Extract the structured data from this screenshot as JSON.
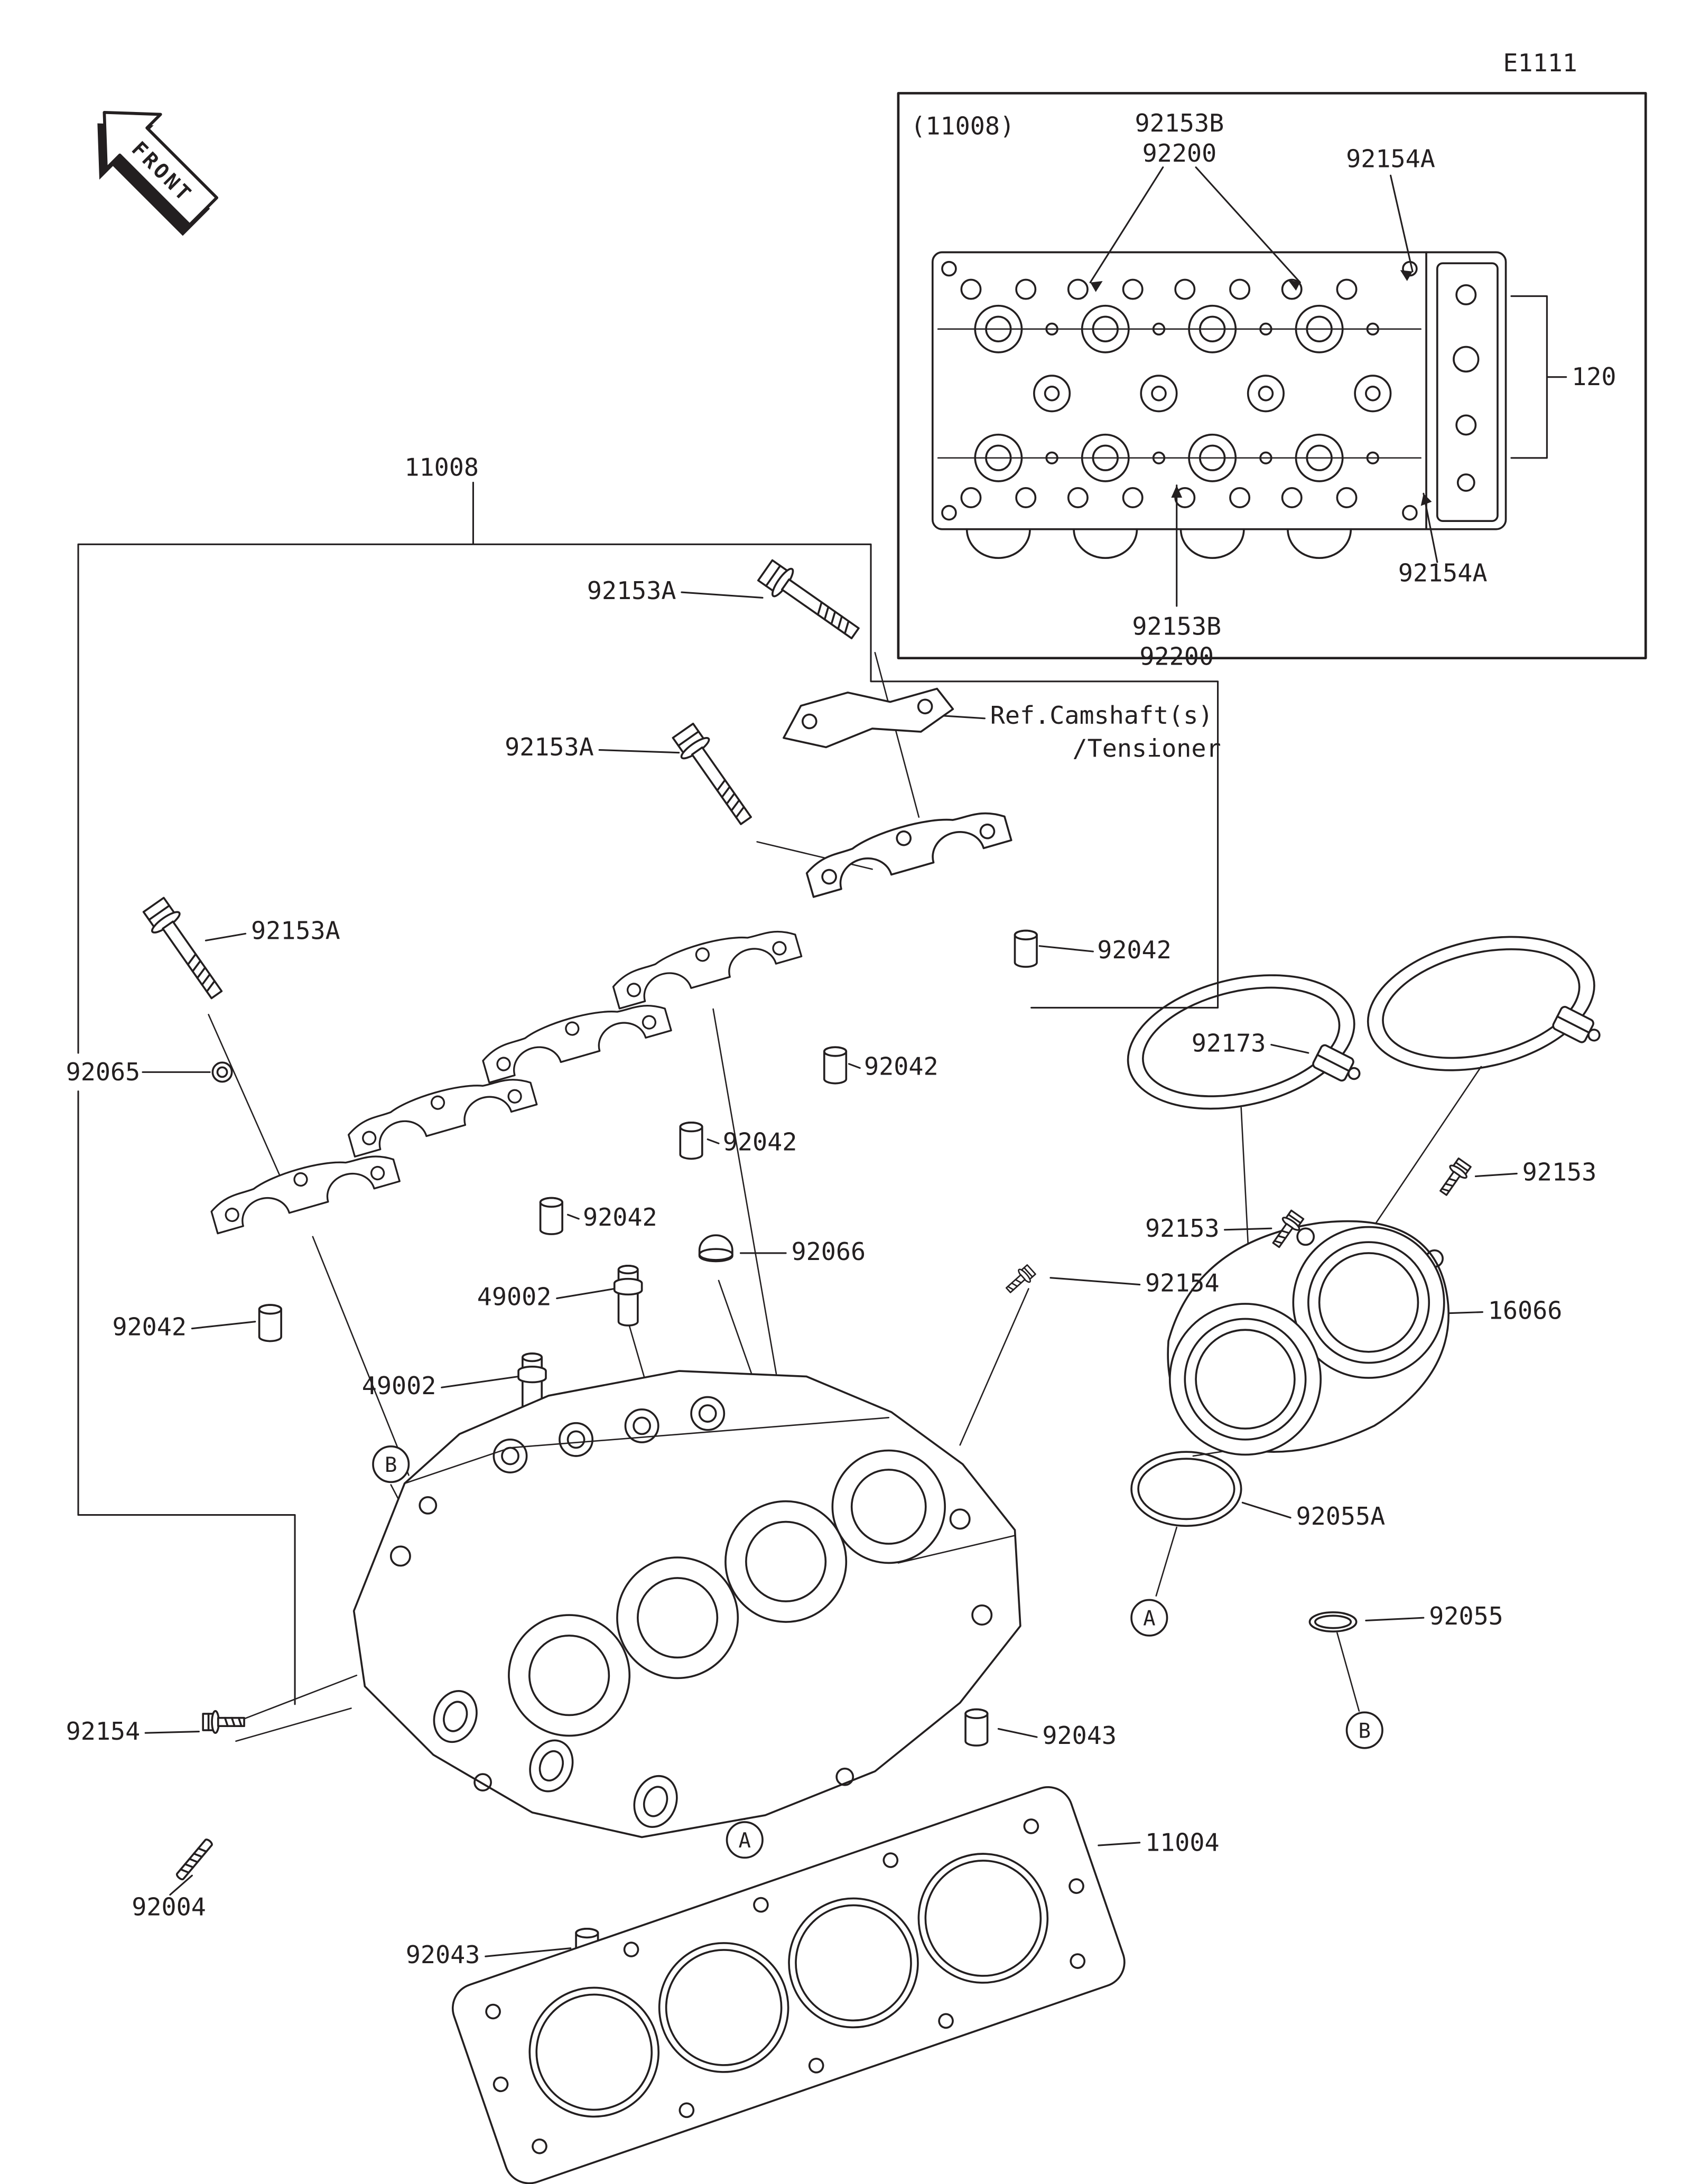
{
  "page": {
    "code": "E1111",
    "front_label": "FRONT"
  },
  "inset": {
    "assembly_ref": "(11008)",
    "cap_bolt": "92153B",
    "cap_bolt_alt": "92200",
    "plug": "92154A",
    "head_assy": "120"
  },
  "parts": {
    "cylinder_head": "11008",
    "cap_bolt_long": "92153A",
    "pin_dowel": "92042",
    "washer": "92065",
    "oil_plug": "92066",
    "valve_guide": "49002",
    "clamp": "92173",
    "screw": "92153",
    "plug_blind": "92154",
    "holder_throttle": "16066",
    "oring_large": "92055A",
    "oring_small": "92055",
    "pin": "92043",
    "head_gasket": "11004",
    "stud": "92004"
  },
  "notes": {
    "ref_camshaft": "Ref.Camshaft(s)",
    "ref_tensioner": "/Tensioner"
  },
  "markers": {
    "a": "A",
    "b": "B"
  }
}
